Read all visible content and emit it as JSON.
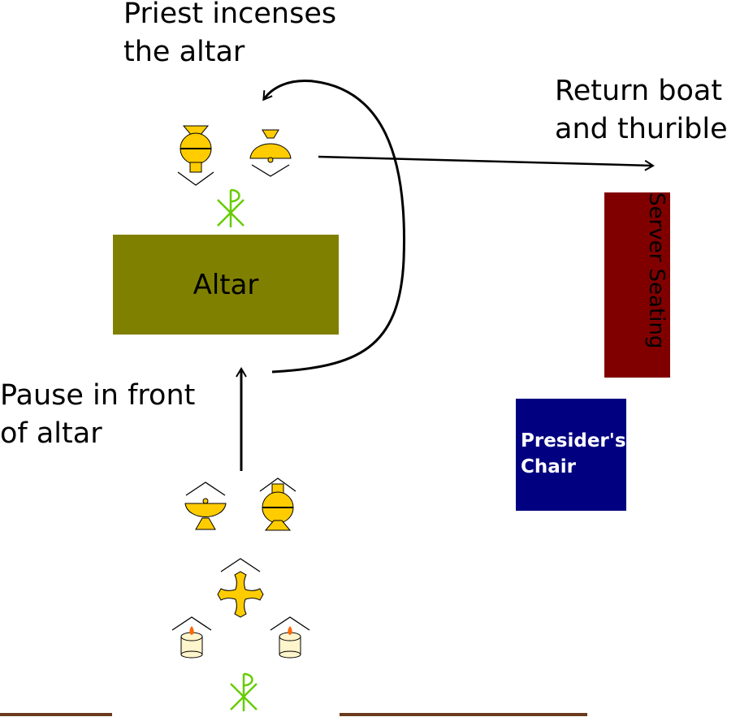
{
  "labels": {
    "incense": "Priest incenses\nthe altar",
    "return": "Return boat\nand thurible",
    "pause": "Pause in front\nof altar",
    "altar": "Altar",
    "server": "Server Seating",
    "chair": "Presider's\nChair"
  },
  "colors": {
    "altar": "#808000",
    "server": "#800000",
    "chair": "#000080",
    "gold": "#ffcc00",
    "chi_rho": "#66cc00",
    "floor": "#6b3a1e",
    "candle": "#fff5cc",
    "flame": "#ff6600"
  },
  "icons": [
    "incense-boat-icon",
    "thurible-icon",
    "processional-cross-icon",
    "candle-icon",
    "chi-rho-icon",
    "arrow-icon"
  ]
}
